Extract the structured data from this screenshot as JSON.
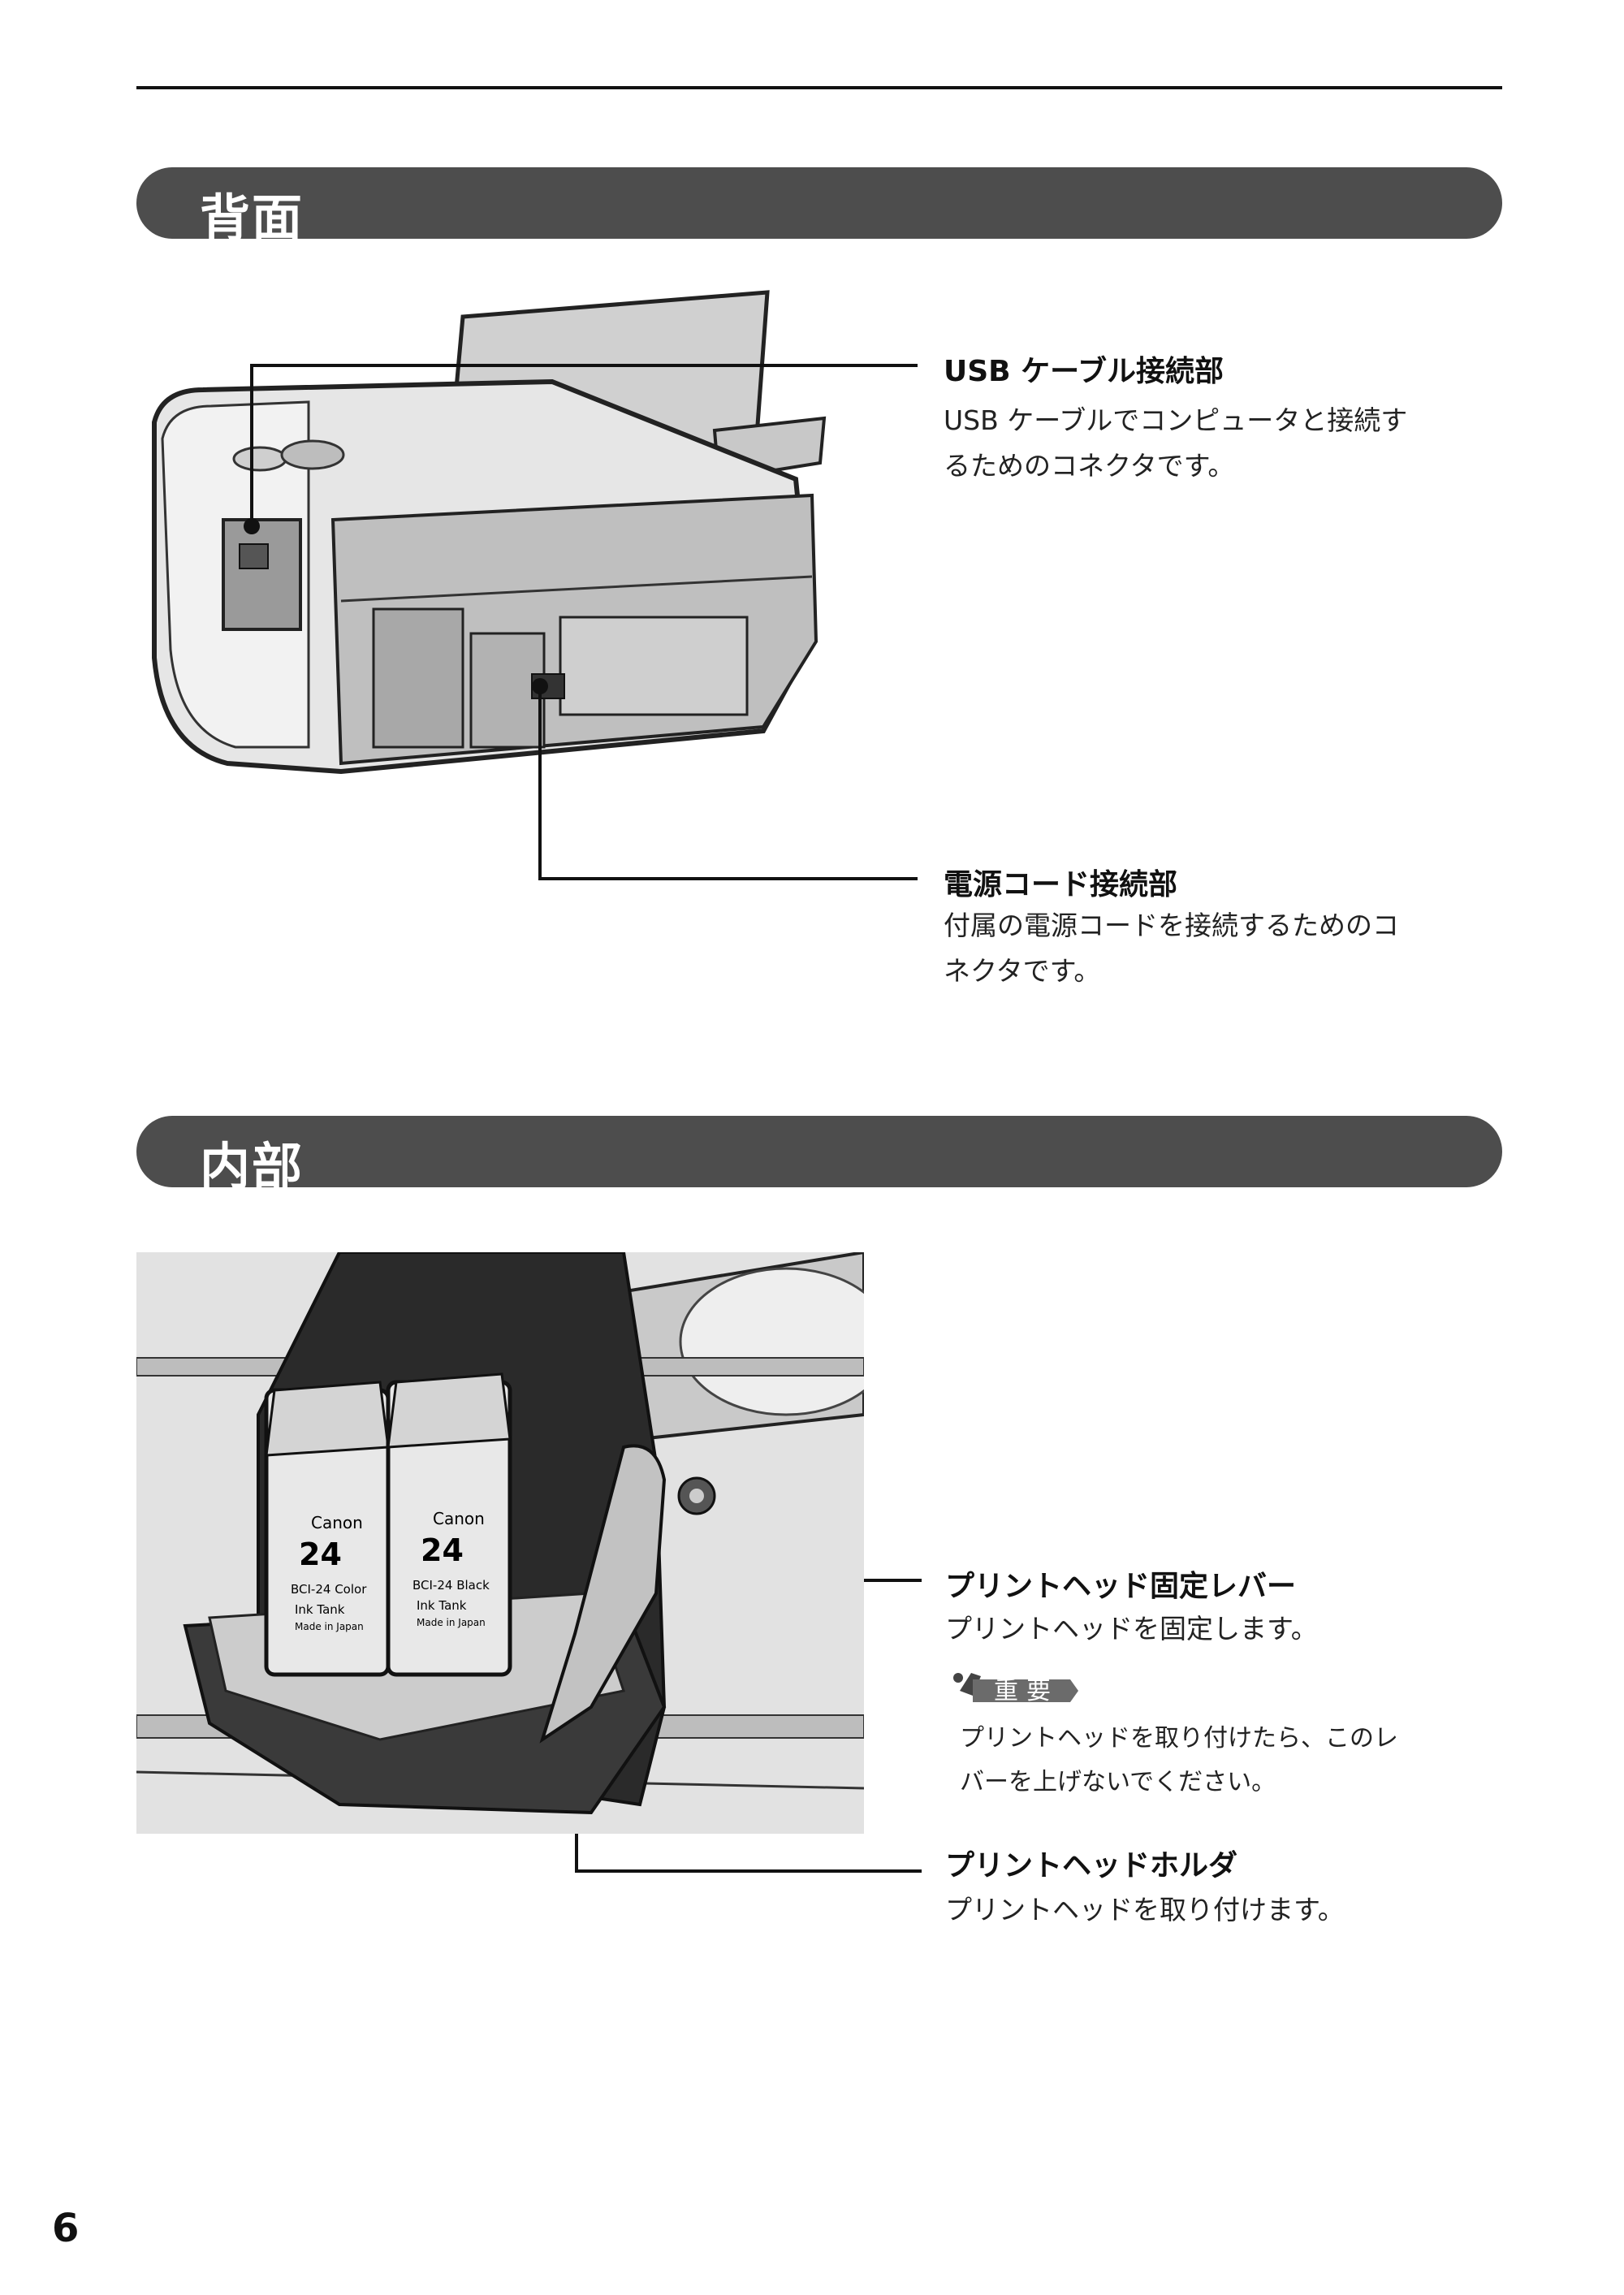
{
  "sections": {
    "rear": {
      "heading": "背面"
    },
    "interior": {
      "heading": "内部"
    }
  },
  "callouts": {
    "usb": {
      "title": "USB ケーブル接続部",
      "desc_line1": "USB ケーブルでコンピュータと接続す",
      "desc_line2": "るためのコネクタです。"
    },
    "power": {
      "title": "電源コード接続部",
      "desc_line1": "付属の電源コードを接続するためのコ",
      "desc_line2": "ネクタです。"
    },
    "lever": {
      "title": "プリントヘッド固定レバー",
      "desc": "プリントヘッドを固定します。"
    },
    "important": {
      "badge": "重要",
      "line1": "プリントヘッドを取り付けたら、このレ",
      "line2": "バーを上げないでください。"
    },
    "holder": {
      "title": "プリントヘッドホルダ",
      "desc": "プリントヘッドを取り付けます。"
    }
  },
  "cartridges": {
    "color": {
      "brand": "Canon",
      "number": "24",
      "model": "BCI-24 Color",
      "type": "Ink Tank",
      "origin": "Made in Japan"
    },
    "black": {
      "brand": "Canon",
      "number": "24",
      "model": "BCI-24 Black",
      "type": "Ink Tank",
      "origin": "Made in Japan"
    }
  },
  "page": {
    "number": "6"
  },
  "colors": {
    "section_bar": "#4d4d4d",
    "text": "#111111",
    "illustration_fill": "#d9d9d9"
  }
}
